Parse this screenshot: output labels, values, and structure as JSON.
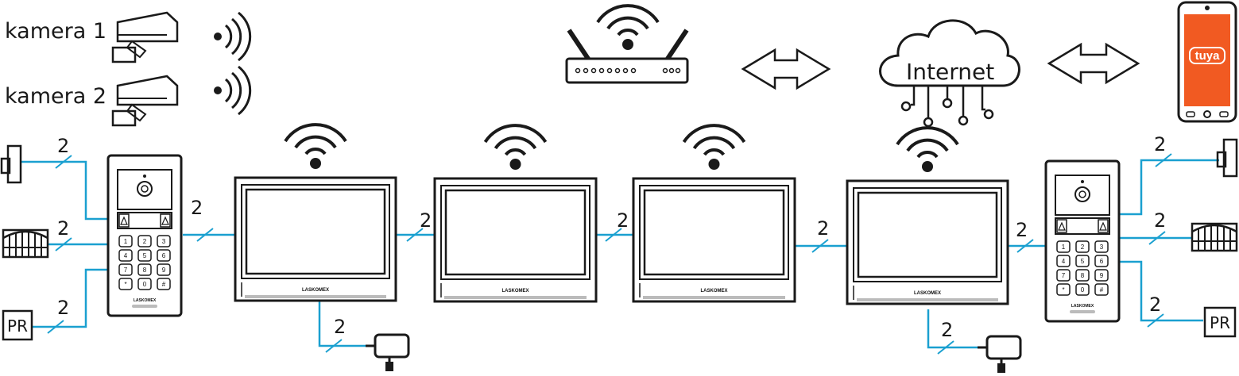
{
  "cameras": [
    {
      "label": "kamera 1"
    },
    {
      "label": "kamera 2"
    }
  ],
  "cloud_label": "Internet",
  "app_logo_text": "tuya",
  "wire_count_label": "2",
  "keypad_keys": [
    "1",
    "2",
    "3",
    "4",
    "5",
    "6",
    "7",
    "8",
    "9",
    "*",
    "0",
    "#"
  ],
  "brand": "LASKOMEX",
  "input_labels": {
    "programmer": "PR"
  },
  "colors": {
    "wire": "#1aa0d0",
    "tuya": "#f15a22",
    "line": "#1a1a1a"
  }
}
